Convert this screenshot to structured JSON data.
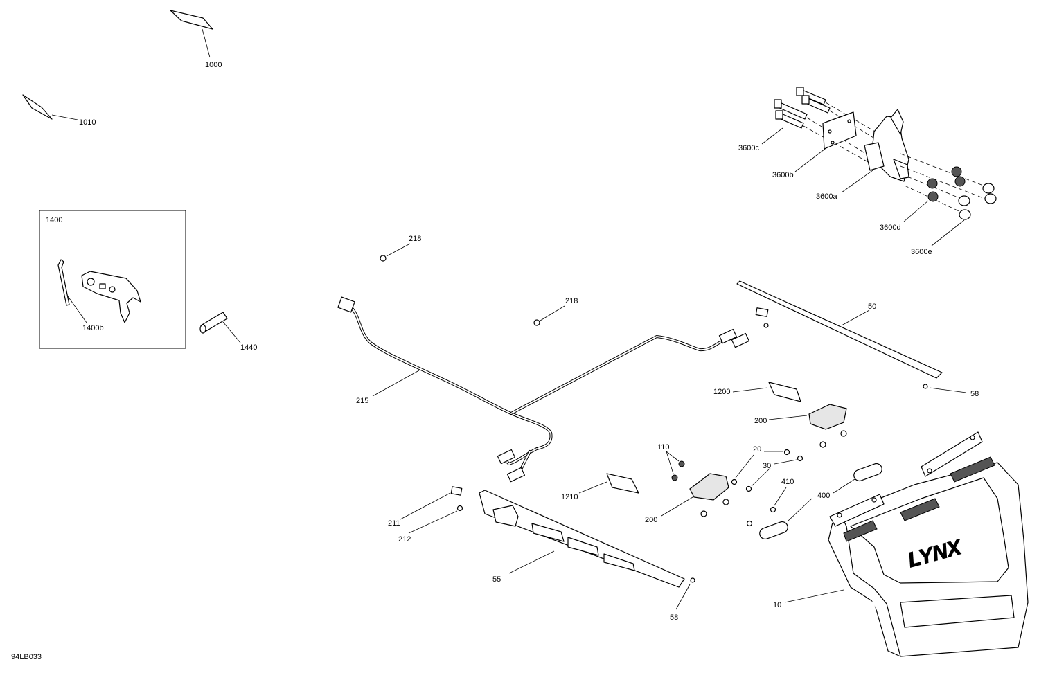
{
  "diagram_code": "94LB033",
  "brand_text": "LYNX",
  "group_box_label": "1400",
  "callouts": [
    {
      "key": "c1000",
      "label": "1000"
    },
    {
      "key": "c1010",
      "label": "1010"
    },
    {
      "key": "c1400b",
      "label": "1400b"
    },
    {
      "key": "c1440",
      "label": "1440"
    },
    {
      "key": "c218a",
      "label": "218"
    },
    {
      "key": "c218b",
      "label": "218"
    },
    {
      "key": "c215",
      "label": "215"
    },
    {
      "key": "c3600c",
      "label": "3600c"
    },
    {
      "key": "c3600b",
      "label": "3600b"
    },
    {
      "key": "c3600a",
      "label": "3600a"
    },
    {
      "key": "c3600d",
      "label": "3600d"
    },
    {
      "key": "c3600e",
      "label": "3600e"
    },
    {
      "key": "c50",
      "label": "50"
    },
    {
      "key": "c58a",
      "label": "58"
    },
    {
      "key": "c1200",
      "label": "1200"
    },
    {
      "key": "c200a",
      "label": "200"
    },
    {
      "key": "c110",
      "label": "110"
    },
    {
      "key": "c20",
      "label": "20"
    },
    {
      "key": "c30",
      "label": "30"
    },
    {
      "key": "c410",
      "label": "410"
    },
    {
      "key": "c400",
      "label": "400"
    },
    {
      "key": "c1210",
      "label": "1210"
    },
    {
      "key": "c200b",
      "label": "200"
    },
    {
      "key": "c211",
      "label": "211"
    },
    {
      "key": "c212",
      "label": "212"
    },
    {
      "key": "c55",
      "label": "55"
    },
    {
      "key": "c10",
      "label": "10"
    },
    {
      "key": "c58b",
      "label": "58"
    }
  ]
}
